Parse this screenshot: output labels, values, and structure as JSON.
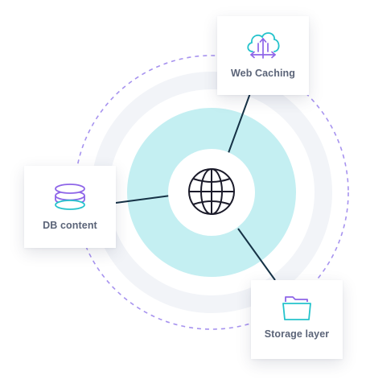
{
  "colors": {
    "ring_outer": "#f2f4f8",
    "core": "#c4eff2",
    "hub": "#ffffff",
    "dashed_orbit": "#a793ef",
    "connector": "#163246",
    "accent_purple": "#8e65e8",
    "accent_teal": "#25c3cc"
  },
  "hub": {
    "icon": "globe-icon"
  },
  "nodes": {
    "web_caching": {
      "label": "Web Caching",
      "icon": "cloud-sync-icon"
    },
    "db_content": {
      "label": "DB content",
      "icon": "database-icon"
    },
    "storage_layer": {
      "label": "Storage layer",
      "icon": "folder-icon"
    }
  }
}
